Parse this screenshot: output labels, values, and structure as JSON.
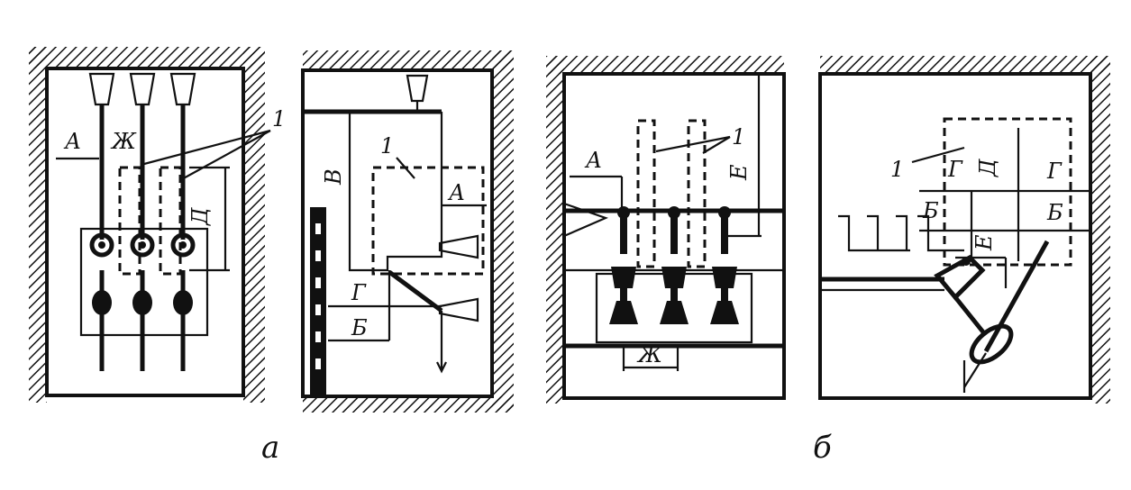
{
  "figure": {
    "caption_a": "а",
    "caption_b": "б"
  },
  "labels": {
    "p1": {
      "A": "А",
      "Zh": "Ж",
      "D": "Д",
      "one": "1"
    },
    "p2": {
      "V": "В",
      "one": "1",
      "A": "А",
      "G": "Г",
      "B": "Б"
    },
    "p3": {
      "A": "А",
      "one": "1",
      "E": "Е",
      "Zh": "Ж"
    },
    "p4": {
      "one": "1",
      "G1": "Г",
      "D": "Д",
      "G2": "Г",
      "B1": "Б",
      "E": "Е",
      "B2": "Б"
    }
  }
}
